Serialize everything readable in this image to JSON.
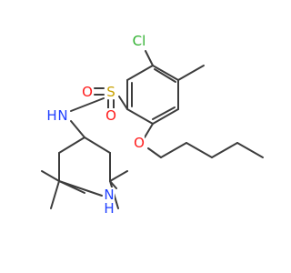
{
  "molecule": {
    "atoms": [
      {
        "id": "cl",
        "text": "Cl",
        "color": "#2fb12f",
        "kind": "chlorine"
      },
      {
        "id": "s",
        "text": "S",
        "color": "#c8a100",
        "kind": "sulfur"
      },
      {
        "id": "o1",
        "text": "O",
        "color": "#ff1a1a",
        "kind": "oxygen"
      },
      {
        "id": "o2",
        "text": "O",
        "color": "#ff1a1a",
        "kind": "oxygen"
      },
      {
        "id": "o3",
        "text": "O",
        "color": "#ff1a1a",
        "kind": "oxygen"
      },
      {
        "id": "n1",
        "text": "N",
        "color": "#1f3fff",
        "kind": "nitrogen"
      },
      {
        "id": "h1",
        "text": "H",
        "color": "#1f3fff",
        "kind": "hydrogen"
      },
      {
        "id": "n2",
        "text": "N",
        "color": "#1f3fff",
        "kind": "nitrogen"
      },
      {
        "id": "h2",
        "text": "H",
        "color": "#1f3fff",
        "kind": "hydrogen"
      }
    ],
    "bond_color": "#3c3c3c"
  }
}
